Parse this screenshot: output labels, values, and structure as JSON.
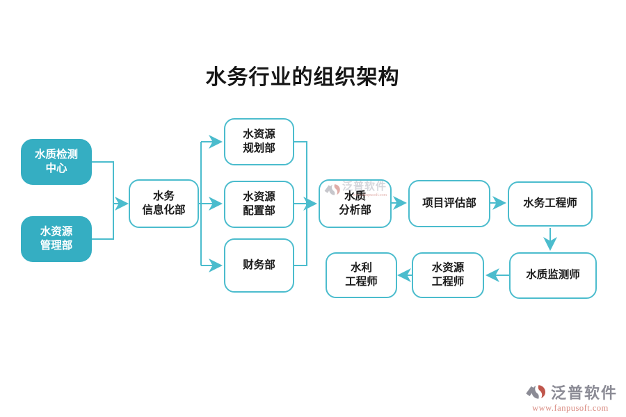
{
  "title": "水务行业的组织架构",
  "colors": {
    "teal_fill": "#35aec2",
    "teal_line": "#4bbccd",
    "text_dark": "#1a1a1a",
    "text_light": "#ffffff",
    "title": "#161616",
    "logo_gray": "#8b8b95",
    "logo_red": "#bf564c",
    "url_salmon": "#d98a80",
    "watermark_gray": "#a9adb8"
  },
  "nodes": {
    "quality_testing_center": {
      "label": "水质检测\n中心"
    },
    "resource_mgmt": {
      "label": "水资源\n管理部"
    },
    "info_dept": {
      "label": "水务\n信息化部"
    },
    "planning": {
      "label": "水资源\n规划部"
    },
    "allocation": {
      "label": "水资源\n配置部"
    },
    "finance": {
      "label": "财务部"
    },
    "analysis": {
      "label": "水质\n分析部"
    },
    "evaluation": {
      "label": "项目评估部"
    },
    "water_engineer": {
      "label": "水务工程师"
    },
    "quality_monitor": {
      "label": "水质监测师"
    },
    "resource_engineer": {
      "label": "水资源\n工程师"
    },
    "hydraulic_engineer": {
      "label": "水利\n工程师"
    }
  },
  "brand": {
    "name": "泛普软件",
    "url": "www.fanpusoft.com"
  }
}
